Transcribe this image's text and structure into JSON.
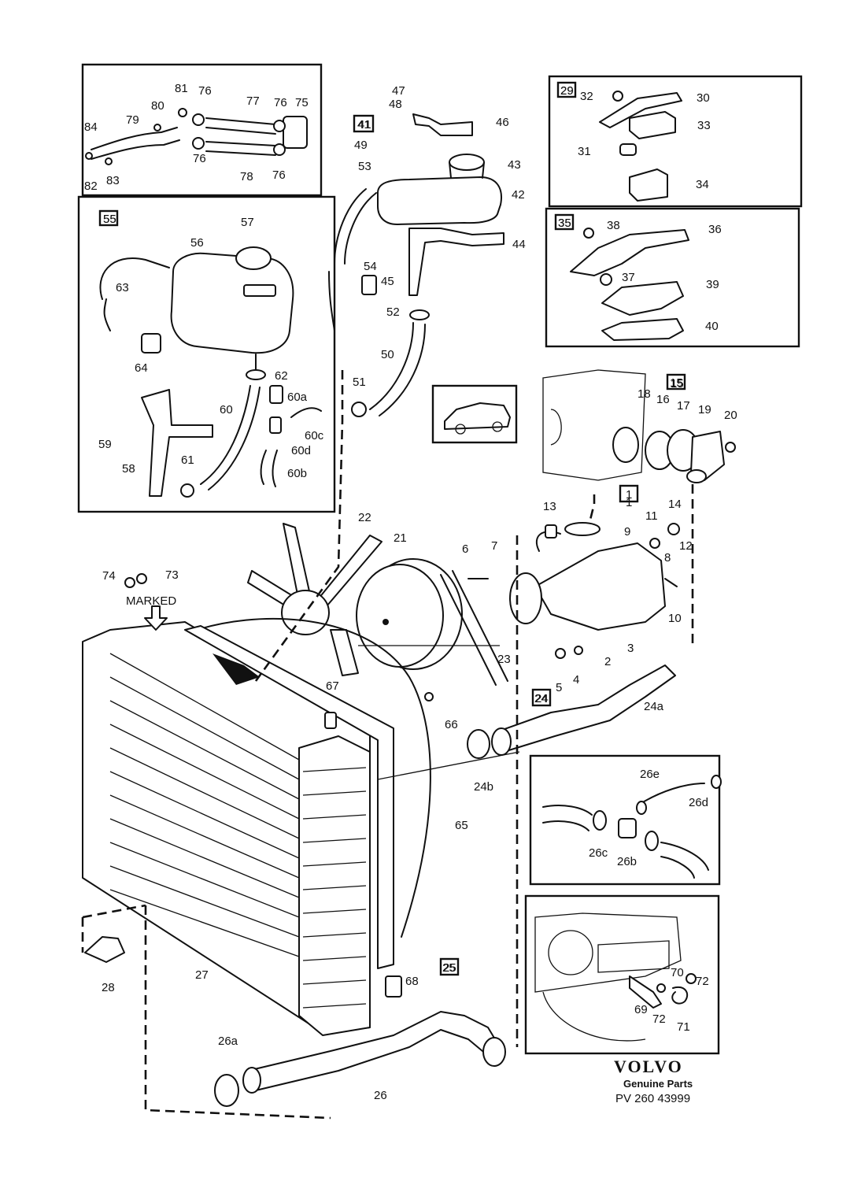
{
  "brand": {
    "name": "VOLVO",
    "tagline": "Genuine Parts",
    "reference": "PV 260 43999"
  },
  "annotation": "MARKED",
  "group_boxes": [
    "55",
    "41",
    "29",
    "35",
    "15",
    "1",
    "24",
    "25"
  ],
  "callouts": [
    "1",
    "2",
    "3",
    "4",
    "5",
    "6",
    "7",
    "8",
    "9",
    "10",
    "11",
    "12",
    "13",
    "14",
    "15",
    "16",
    "17",
    "18",
    "19",
    "20",
    "21",
    "22",
    "23",
    "24",
    "24a",
    "24b",
    "25",
    "26",
    "26a",
    "26b",
    "26c",
    "26d",
    "26e",
    "27",
    "28",
    "29",
    "30",
    "31",
    "32",
    "33",
    "34",
    "35",
    "36",
    "37",
    "38",
    "39",
    "40",
    "41",
    "42",
    "43",
    "44",
    "45",
    "46",
    "47",
    "48",
    "49",
    "50",
    "51",
    "52",
    "53",
    "54",
    "55",
    "56",
    "57",
    "58",
    "59",
    "60",
    "60a",
    "60b",
    "60c",
    "60d",
    "61",
    "62",
    "63",
    "64",
    "65",
    "66",
    "67",
    "68",
    "69",
    "70",
    "71",
    "72",
    "73",
    "74",
    "75",
    "76",
    "77",
    "78",
    "79",
    "80",
    "81",
    "82",
    "83",
    "84"
  ]
}
